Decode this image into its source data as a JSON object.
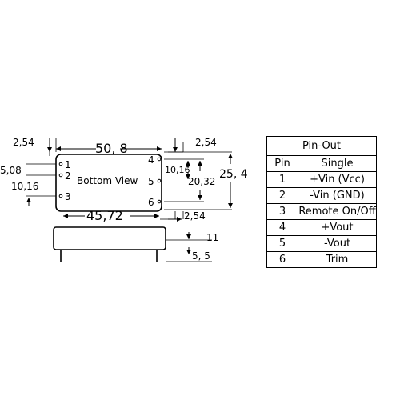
{
  "drawing": {
    "dimensions": {
      "width_top": "50, 8",
      "width_bottom": "45,72",
      "height_right": "25, 4",
      "pin_pitch_right": "20,32",
      "pin_offset_right": "10,16",
      "offset_top_left": "2,54",
      "offset_top_right": "2,54",
      "offset_bottom_right": "2,54",
      "pin_spacing_left_1": "5,08",
      "pin_spacing_left_2": "10,16",
      "body_height": "11",
      "pin_length": "5, 5"
    },
    "view_label": "Bottom View",
    "pins_left": [
      "1",
      "2",
      "3"
    ],
    "pins_right": [
      "4",
      "5",
      "6"
    ]
  },
  "table": {
    "title": "Pin-Out",
    "headers": [
      "Pin",
      "Single"
    ],
    "rows": [
      {
        "pin": "1",
        "function": "+Vin (Vcc)"
      },
      {
        "pin": "2",
        "function": "-Vin (GND)"
      },
      {
        "pin": "3",
        "function": "Remote On/Off"
      },
      {
        "pin": "4",
        "function": "+Vout"
      },
      {
        "pin": "5",
        "function": "-Vout"
      },
      {
        "pin": "6",
        "function": "Trim"
      }
    ]
  }
}
